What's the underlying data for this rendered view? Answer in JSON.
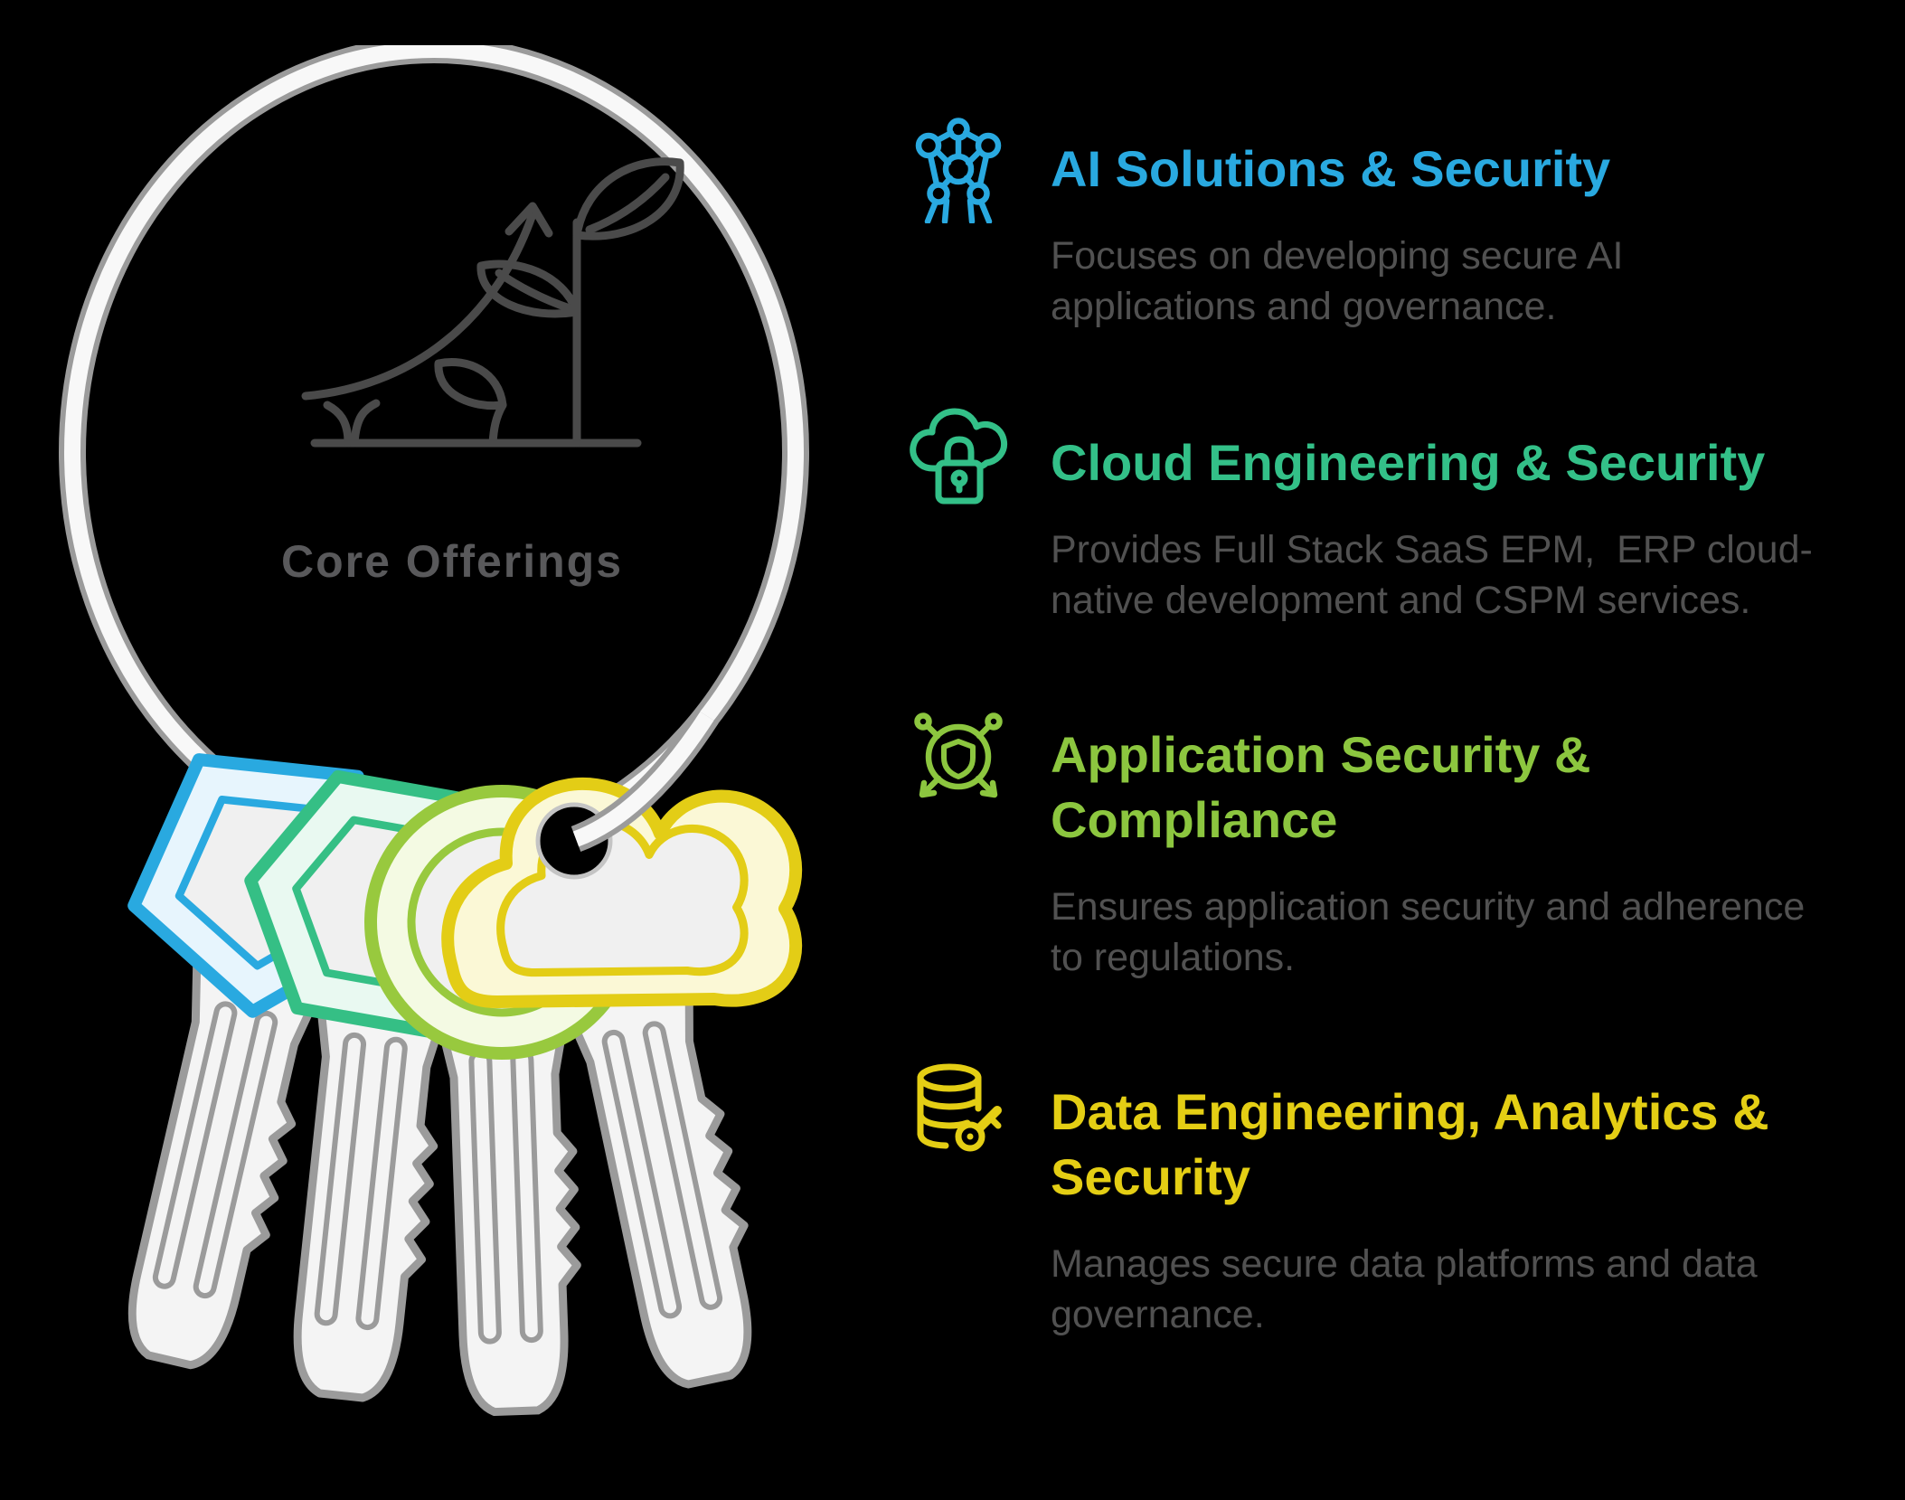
{
  "illustration": {
    "label": "Core Offerings",
    "label_color": "#59595B",
    "growth_icon": "growth-arrow-plant-icon",
    "keyring_color": "#9B9B9B",
    "keys": [
      {
        "name": "pentagon-key",
        "color": "#29A9E0"
      },
      {
        "name": "hexagon-key",
        "color": "#35BF85"
      },
      {
        "name": "round-key",
        "color": "#98C93E"
      },
      {
        "name": "cloud-key",
        "color": "#E3CD16"
      }
    ]
  },
  "sections": [
    {
      "icon": "ai-network-icon",
      "accent": "#29A9E0",
      "title_lines": [
        "AI Solutions & Security"
      ],
      "description_lines": [
        "Focuses on developing secure AI",
        "applications and governance."
      ]
    },
    {
      "icon": "cloud-lock-icon",
      "accent": "#33C088",
      "title_lines": [
        "Cloud Engineering & Security"
      ],
      "description_lines": [
        "Provides Full Stack SaaS EPM,  ERP cloud-",
        "native development and CSPM services."
      ]
    },
    {
      "icon": "shield-network-icon",
      "accent": "#8CC63F",
      "title_lines": [
        "Application Security &",
        "Compliance"
      ],
      "description_lines": [
        "Ensures application security and adherence",
        "to regulations."
      ]
    },
    {
      "icon": "database-key-icon",
      "accent": "#E4CE14",
      "title_lines": [
        "Data Engineering, Analytics &",
        "Security"
      ],
      "description_lines": [
        "Manages secure data platforms and data",
        "governance."
      ]
    }
  ]
}
